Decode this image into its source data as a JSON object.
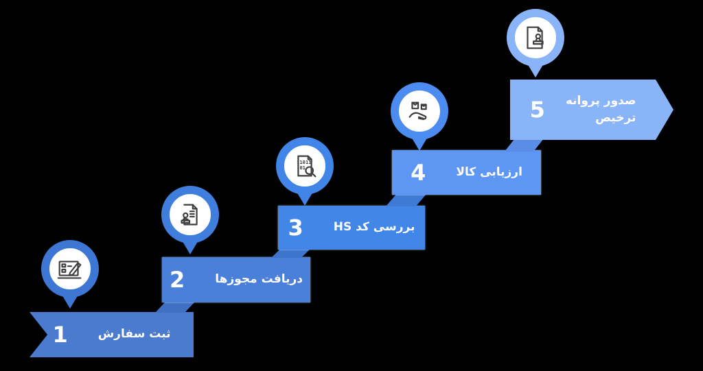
{
  "canvas": {
    "background": "#000000",
    "text_color": "#ffffff",
    "icon_stroke": "#3d3d3d"
  },
  "steps": [
    {
      "number": "1",
      "label": "ثبت سفارش",
      "banner_color": "#4a7bce",
      "pin_color": "#3e76d3",
      "icon": "order-registration-icon"
    },
    {
      "number": "2",
      "label": "دریافت مجوزها",
      "banner_color": "#4a80d9",
      "pin_color": "#3f7edd",
      "fold_color": "#4070c2",
      "icon": "permit-document-icon"
    },
    {
      "number": "3",
      "label": "بررسی کد HS",
      "banner_color": "#4286e8",
      "pin_color": "#4285e8",
      "fold_color": "#3d74cc",
      "icon": "hs-code-search-icon"
    },
    {
      "number": "4",
      "label": "ارزیابی کالا",
      "banner_color": "#5d96f3",
      "pin_color": "#4c8cf0",
      "fold_color": "#3f7bd6",
      "icon": "goods-evaluation-icon"
    },
    {
      "number": "5",
      "label": "صدور پروانه\nترخیص",
      "banner_color": "#8ab4f8",
      "pin_color": "#8ab4f8",
      "fold_color": "#5a8ee6",
      "icon": "clearance-stamp-icon"
    }
  ]
}
